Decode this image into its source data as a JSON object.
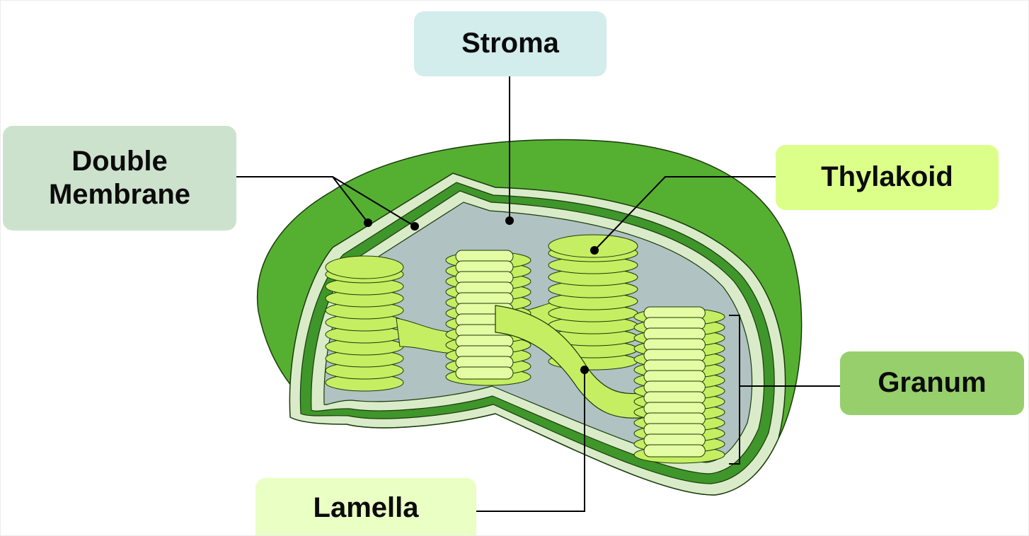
{
  "labels": {
    "stroma": "Stroma",
    "double_membrane": "Double Membrane",
    "thylakoid": "Thylakoid",
    "granum": "Granum",
    "lamella": "Lamella"
  },
  "colors": {
    "stroma_box": "#d3ecec",
    "double_membrane_box": "#cde2cd",
    "thylakoid_box": "#dcff8a",
    "granum_box": "#97cf6c",
    "lamella_box": "#eaffc4",
    "outer_membrane": "#55b032",
    "inner_membrane": "#3f962a",
    "membrane_space": "#d9ebc9",
    "stroma_fill": "#b1c2c2",
    "thylakoid_fill": "#c6ee62",
    "thylakoid_light": "#e4fca3",
    "outline": "#1a3a0a",
    "leader_line": "#000000"
  }
}
